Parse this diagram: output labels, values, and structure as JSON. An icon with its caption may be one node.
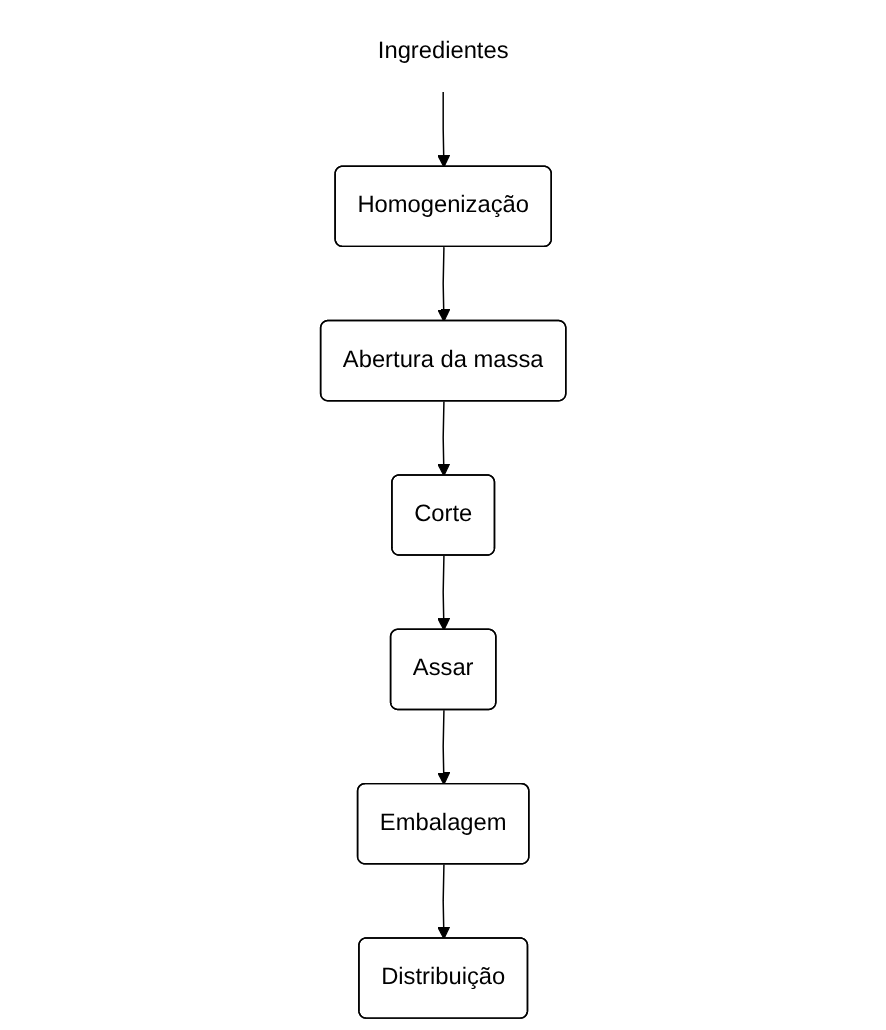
{
  "diagram": {
    "nodes": [
      {
        "text": [
          "Ingredientes"
        ]
      },
      {
        "text": [
          "Homogenização"
        ]
      },
      {
        "text": [
          "Abertura da massa"
        ]
      },
      {
        "text": [
          "Corte"
        ]
      },
      {
        "text": [
          "Assar"
        ]
      },
      {
        "text": [
          "Embalagem"
        ]
      },
      {
        "text": [
          "Distribuição"
        ]
      }
    ],
    "edges": [
      {
        "from": 0,
        "to": 1,
        "arrow": "to"
      },
      {
        "from": 1,
        "to": 2,
        "arrow": "to"
      },
      {
        "from": 2,
        "to": 3,
        "arrow": "to"
      },
      {
        "from": 3,
        "to": 4,
        "arrow": "to"
      },
      {
        "from": 4,
        "to": 5,
        "arrow": "to"
      },
      {
        "from": 5,
        "to": 6,
        "arrow": "to"
      }
    ]
  }
}
